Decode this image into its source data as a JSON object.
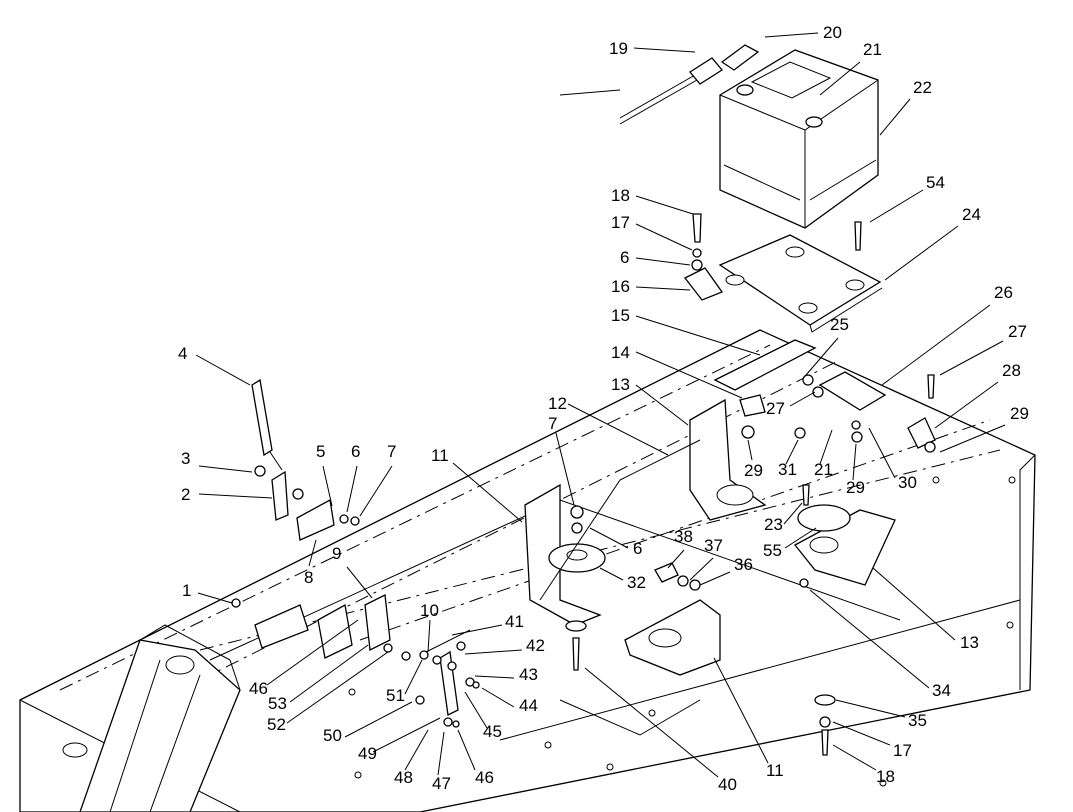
{
  "diagram": {
    "callouts": [
      {
        "id": "c1",
        "label": "19"
      },
      {
        "id": "c2",
        "label": "20"
      },
      {
        "id": "c3",
        "label": "21"
      },
      {
        "id": "c4",
        "label": "22"
      },
      {
        "id": "c5",
        "label": "18"
      },
      {
        "id": "c6",
        "label": "54"
      },
      {
        "id": "c7",
        "label": "17"
      },
      {
        "id": "c8",
        "label": "24"
      },
      {
        "id": "c9",
        "label": "6"
      },
      {
        "id": "c10",
        "label": "16"
      },
      {
        "id": "c11",
        "label": "26"
      },
      {
        "id": "c12",
        "label": "15"
      },
      {
        "id": "c13",
        "label": "25"
      },
      {
        "id": "c14",
        "label": "27"
      },
      {
        "id": "c15",
        "label": "14"
      },
      {
        "id": "c16",
        "label": "28"
      },
      {
        "id": "c17",
        "label": "4"
      },
      {
        "id": "c18",
        "label": "13"
      },
      {
        "id": "c19",
        "label": "27"
      },
      {
        "id": "c20",
        "label": "29"
      },
      {
        "id": "c21",
        "label": "12"
      },
      {
        "id": "c22",
        "label": "7"
      },
      {
        "id": "c23",
        "label": "11"
      },
      {
        "id": "c24",
        "label": "29"
      },
      {
        "id": "c25",
        "label": "31"
      },
      {
        "id": "c26",
        "label": "21"
      },
      {
        "id": "c27",
        "label": "29"
      },
      {
        "id": "c28",
        "label": "30"
      },
      {
        "id": "c29",
        "label": "3"
      },
      {
        "id": "c30",
        "label": "5"
      },
      {
        "id": "c31",
        "label": "6"
      },
      {
        "id": "c32",
        "label": "7"
      },
      {
        "id": "c33",
        "label": "2"
      },
      {
        "id": "c34",
        "label": "23"
      },
      {
        "id": "c35",
        "label": "6"
      },
      {
        "id": "c36",
        "label": "55"
      },
      {
        "id": "c37",
        "label": "38"
      },
      {
        "id": "c38",
        "label": "37"
      },
      {
        "id": "c39",
        "label": "36"
      },
      {
        "id": "c40",
        "label": "8"
      },
      {
        "id": "c41",
        "label": "9"
      },
      {
        "id": "c42",
        "label": "32"
      },
      {
        "id": "c43",
        "label": "1"
      },
      {
        "id": "c44",
        "label": "10"
      },
      {
        "id": "c45",
        "label": "41"
      },
      {
        "id": "c46",
        "label": "42"
      },
      {
        "id": "c47",
        "label": "13"
      },
      {
        "id": "c48",
        "label": "43"
      },
      {
        "id": "c49",
        "label": "46"
      },
      {
        "id": "c50",
        "label": "53"
      },
      {
        "id": "c51",
        "label": "34"
      },
      {
        "id": "c52",
        "label": "51"
      },
      {
        "id": "c53",
        "label": "44"
      },
      {
        "id": "c54",
        "label": "52"
      },
      {
        "id": "c55",
        "label": "45"
      },
      {
        "id": "c56",
        "label": "50"
      },
      {
        "id": "c57",
        "label": "35"
      },
      {
        "id": "c58",
        "label": "49"
      },
      {
        "id": "c59",
        "label": "17"
      },
      {
        "id": "c60",
        "label": "48"
      },
      {
        "id": "c61",
        "label": "47"
      },
      {
        "id": "c62",
        "label": "46"
      },
      {
        "id": "c63",
        "label": "11"
      },
      {
        "id": "c64",
        "label": "40"
      },
      {
        "id": "c65",
        "label": "18"
      }
    ]
  }
}
